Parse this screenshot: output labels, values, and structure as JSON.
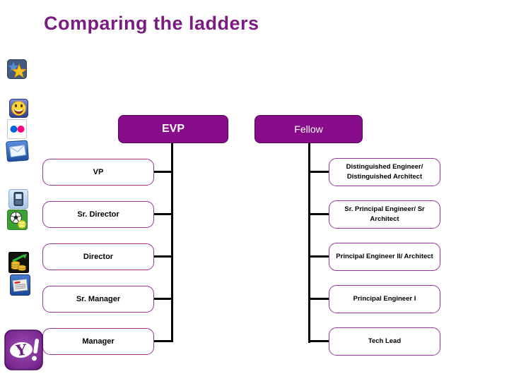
{
  "slide": {
    "title": "Comparing the ladders"
  },
  "ladders": {
    "management": {
      "header": "EVP",
      "rungs": [
        "VP",
        "Sr. Director",
        "Director",
        "Sr. Manager",
        "Manager"
      ]
    },
    "technical": {
      "header": "Fellow",
      "rungs": [
        "Distinguished Engineer/ Distinguished Architect",
        "Sr. Principal Engineer/ Sr Architect",
        "Principal Engineer II/ Architect",
        "Principal Engineer I",
        "Tech Lead"
      ]
    }
  },
  "sidebar_icons": [
    "favorites-star-icon",
    "messenger-smiley-icon",
    "flickr-icon",
    "mail-icon",
    "mobile-phone-icon",
    "sports-icon",
    "finance-icon",
    "news-icon",
    "yahoo-logo"
  ],
  "colors": {
    "title_text": "#7b1d80",
    "ladder_header_fill": "#870c89",
    "ladder_header_text": "#ffffff",
    "rung_border": "#993399",
    "rung_text": "#000000",
    "connector": "#000000",
    "background": "#ffffff"
  }
}
